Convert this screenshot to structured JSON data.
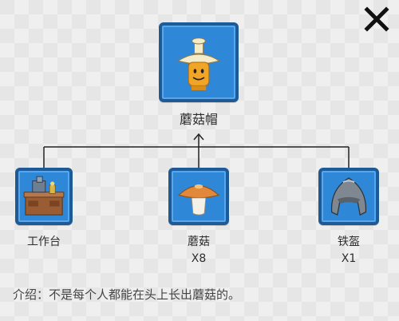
{
  "result": {
    "name": "蘑菇帽",
    "icon": "mushroom-cap-icon"
  },
  "ingredients": [
    {
      "name": "工作台",
      "qty": "",
      "icon": "workbench-icon"
    },
    {
      "name": "蘑菇",
      "qty": "X8",
      "icon": "mushroom-icon"
    },
    {
      "name": "铁盔",
      "qty": "X1",
      "icon": "iron-helmet-icon"
    }
  ],
  "description": "介绍：不是每个人都能在头上长出蘑菇的。",
  "colors": {
    "slot_fill": "#2f87d8",
    "slot_border": "#1e5a96",
    "text": "#2e2e2e"
  }
}
